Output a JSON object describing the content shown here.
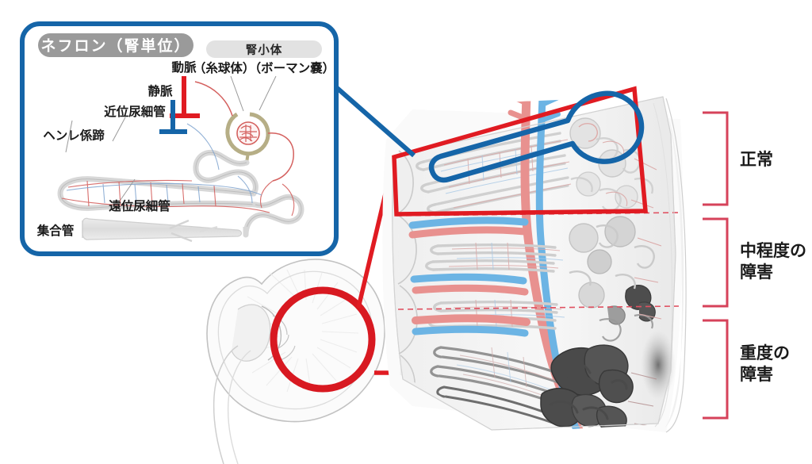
{
  "figure": {
    "kind": "medical-illustration",
    "subject": "kidney-nephron-damage-progression",
    "background": "#ffffff"
  },
  "colors": {
    "inset_border": "#1565a8",
    "highlight_blue": "#1565a8",
    "callout_red": "#e01b22",
    "bracket_red": "#d6425a",
    "pill_dark_gray": "#9a9a9a",
    "pill_light_gray": "#e2e2e2",
    "artery_red": "#e8918f",
    "vein_blue": "#6cb4e4",
    "tubule_gray": "#d8d8d8",
    "outline_gray": "#b4b4b4",
    "damage_dark": "#4a4a4a",
    "capsule_olive": "#b6ae86",
    "text_dark": "#1a1a1a"
  },
  "inset": {
    "title": "ネフロン（腎単位）",
    "corpuscle_pill": "腎小体",
    "corpuscle_parts": "（糸球体）（ボーマン嚢）",
    "labels": [
      {
        "id": "artery",
        "text": "動脈",
        "marker": "t-bar-red"
      },
      {
        "id": "vein",
        "text": "静脈",
        "marker": "t-bar-blue"
      },
      {
        "id": "proximal-tubule",
        "text": "近位尿細管",
        "marker": "leader-line"
      },
      {
        "id": "henle-loop",
        "text": "ヘンレ係蹄",
        "marker": "leader-line"
      },
      {
        "id": "distal-tubule",
        "text": "遠位尿細管",
        "marker": "leader-line"
      },
      {
        "id": "collecting-duct",
        "text": "集合管",
        "marker": "none"
      }
    ],
    "glomerulus_label": "糸球体",
    "bowman_label": "ボーマン嚢"
  },
  "severity": {
    "brackets": [
      {
        "id": "normal",
        "label": "正常",
        "lines": [
          "正常"
        ],
        "zone": "top"
      },
      {
        "id": "moderate",
        "label": "中程度の障害",
        "lines": [
          "中程度の",
          "障害"
        ],
        "zone": "middle"
      },
      {
        "id": "severe",
        "label": "重度の障害",
        "lines": [
          "重度の",
          "障害"
        ],
        "zone": "bottom"
      }
    ]
  },
  "cross_section": {
    "description": "renal-cortex-medulla-wedge",
    "zones": [
      "normal",
      "moderate",
      "severe"
    ],
    "divider_style": "red-dashed",
    "callout_shape": "red-trapezoid",
    "nephron_highlight_shape": "blue-lollipop-loop"
  },
  "kidney_overview": {
    "description": "whole-kidney-with-ureter",
    "marker": "red-circle",
    "marker_label": ""
  }
}
